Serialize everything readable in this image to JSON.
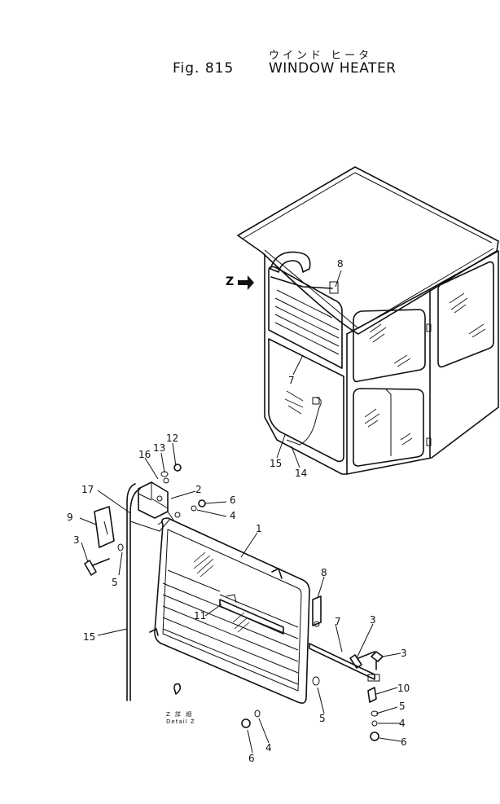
{
  "header": {
    "figure_label": "Fig. 815",
    "title_japanese": "ウインド ヒータ",
    "title_english": "WINDOW HEATER"
  },
  "detail_caption": {
    "japanese": "Z 詳 細",
    "english": "Detail Z"
  },
  "view_marker": "Z",
  "callouts": [
    {
      "id": "c8a",
      "text": "8"
    },
    {
      "id": "c7a",
      "text": "7"
    },
    {
      "id": "c15a",
      "text": "15"
    },
    {
      "id": "c14",
      "text": "14"
    },
    {
      "id": "c12",
      "text": "12"
    },
    {
      "id": "c13",
      "text": "13"
    },
    {
      "id": "c16",
      "text": "16"
    },
    {
      "id": "c17",
      "text": "17"
    },
    {
      "id": "c2",
      "text": "2"
    },
    {
      "id": "c6a",
      "text": "6"
    },
    {
      "id": "c4a",
      "text": "4"
    },
    {
      "id": "c9",
      "text": "9"
    },
    {
      "id": "c3a",
      "text": "3"
    },
    {
      "id": "c5a",
      "text": "5"
    },
    {
      "id": "c1",
      "text": "1"
    },
    {
      "id": "c8b",
      "text": "8"
    },
    {
      "id": "c11",
      "text": "11"
    },
    {
      "id": "c15b",
      "text": "15"
    },
    {
      "id": "c7b",
      "text": "7"
    },
    {
      "id": "c3b",
      "text": "3"
    },
    {
      "id": "c3c",
      "text": "3"
    },
    {
      "id": "c10",
      "text": "10"
    },
    {
      "id": "c5b",
      "text": "5"
    },
    {
      "id": "c5c",
      "text": "5"
    },
    {
      "id": "c4b",
      "text": "4"
    },
    {
      "id": "c4c",
      "text": "4"
    },
    {
      "id": "c6b",
      "text": "6"
    },
    {
      "id": "c6c",
      "text": "6"
    }
  ]
}
